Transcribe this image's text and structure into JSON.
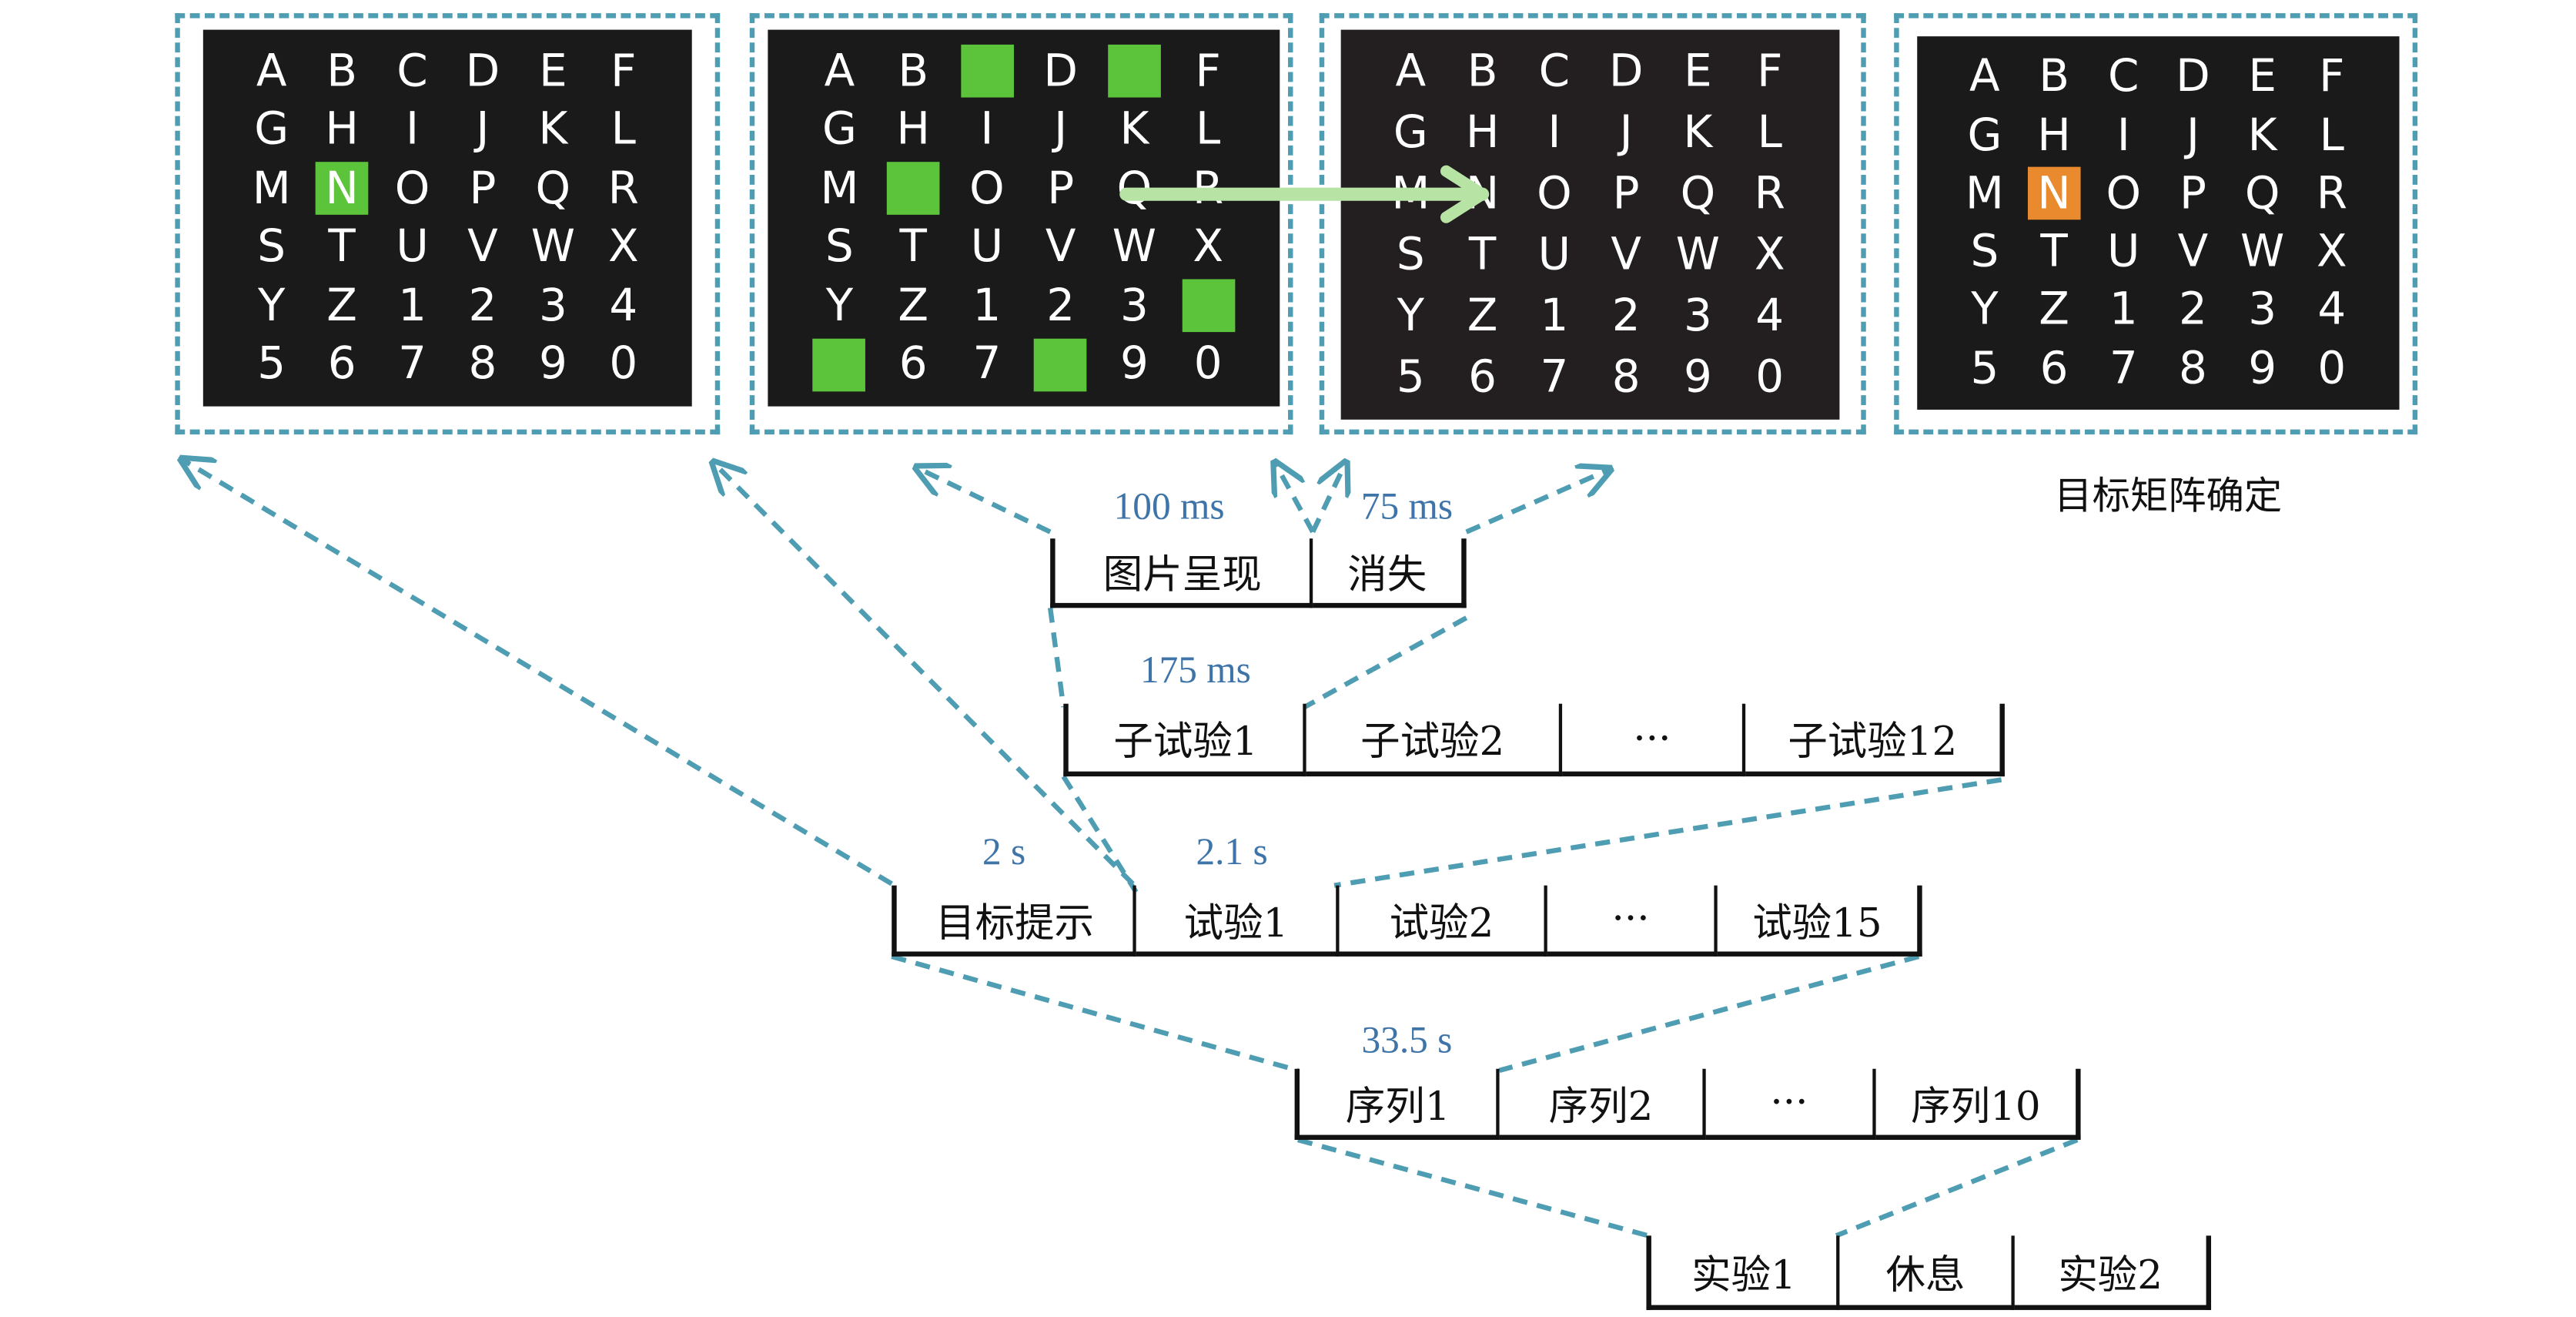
{
  "colors": {
    "frame_border": "#4e9db2",
    "matrix_bg": "#1a1a1a",
    "flash": "#5cc43a",
    "target_highlight": "#e98a2e",
    "duration_text": "#3e74a8",
    "arrow": "#4e9db2",
    "motion_arrow": "#b7e3a5"
  },
  "matrix_chars": [
    [
      "A",
      "B",
      "C",
      "D",
      "E",
      "F"
    ],
    [
      "G",
      "H",
      "I",
      "J",
      "K",
      "L"
    ],
    [
      "M",
      "N",
      "O",
      "P",
      "Q",
      "R"
    ],
    [
      "S",
      "T",
      "U",
      "V",
      "W",
      "X"
    ],
    [
      "Y",
      "Z",
      "1",
      "2",
      "3",
      "4"
    ],
    [
      "5",
      "6",
      "7",
      "8",
      "9",
      "0"
    ]
  ],
  "panels": [
    {
      "id": "target-cue",
      "caption": "",
      "flashed": [
        [
          2,
          1
        ]
      ],
      "flash_color": "#5cc43a",
      "flash_shows_char": true,
      "motion_arrow": false
    },
    {
      "id": "stimulus",
      "caption": "",
      "flashed": [
        [
          0,
          2
        ],
        [
          0,
          4
        ],
        [
          2,
          1
        ],
        [
          4,
          5
        ],
        [
          5,
          0
        ],
        [
          5,
          3
        ]
      ],
      "flash_color": "#5cc43a",
      "flash_shows_char": false,
      "motion_arrow": false
    },
    {
      "id": "blank",
      "caption": "",
      "flashed": [],
      "flash_color": "#5cc43a",
      "flash_shows_char": true,
      "motion_arrow": true
    },
    {
      "id": "target-confirm",
      "caption": "目标矩阵确定",
      "flashed": [
        [
          2,
          1
        ]
      ],
      "flash_color": "#e98a2e",
      "flash_shows_char": true,
      "motion_arrow": false
    }
  ],
  "timeline": {
    "subtrial": {
      "segments": [
        "图片呈现",
        "消失"
      ],
      "durations": [
        "100 ms",
        "75 ms"
      ]
    },
    "trial": {
      "segments": [
        "子试验1",
        "子试验2",
        "···",
        "子试验12"
      ],
      "durations": [
        "175 ms"
      ]
    },
    "sequence": {
      "segments": [
        "目标提示",
        "试验1",
        "试验2",
        "···",
        "试验15"
      ],
      "durations": [
        "2 s",
        "2.1 s"
      ]
    },
    "run": {
      "segments": [
        "序列1",
        "序列2",
        "···",
        "序列10"
      ],
      "durations": [
        "33.5 s"
      ]
    },
    "experiment": {
      "segments": [
        "实验1",
        "休息",
        "实验2"
      ],
      "durations": []
    }
  }
}
